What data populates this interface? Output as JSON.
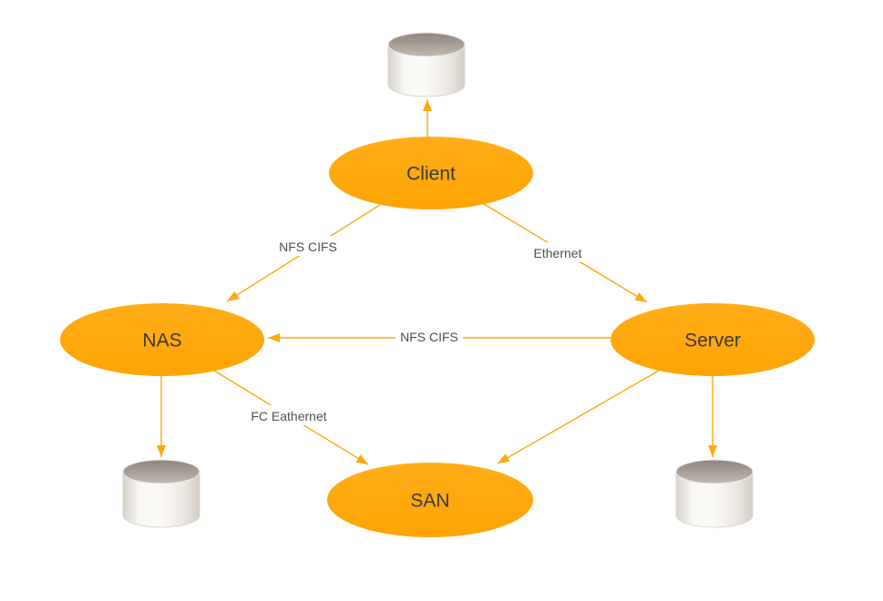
{
  "colors": {
    "accent_orange": "#FFA80A",
    "node_text": "#3A3A3A",
    "edge_label_text": "#4D4D57",
    "background": "#FFFFFF",
    "disk_top_gray": "#938B82",
    "disk_body_cream": "#F7F5F2"
  },
  "icons": {
    "storage": "disk-cylinder-icon"
  },
  "nodes": {
    "client": {
      "label": "Client"
    },
    "nas": {
      "label": "NAS"
    },
    "server": {
      "label": "Server"
    },
    "san": {
      "label": "SAN"
    }
  },
  "edges": {
    "client_nas": {
      "label": "NFS CIFS"
    },
    "client_server": {
      "label": "Ethernet"
    },
    "server_nas": {
      "label": "NFS CIFS"
    },
    "nas_san": {
      "label": "FC Eathernet"
    }
  }
}
